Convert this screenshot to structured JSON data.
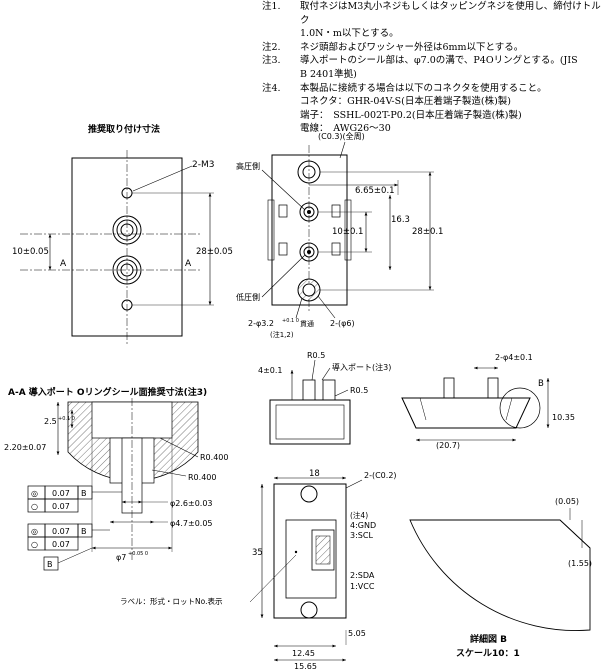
{
  "notes": [
    {
      "tag": "注1.",
      "text": "取付ネジはM3丸小ネジもしくはタッピングネジを使用し、締付けトルク"
    },
    {
      "tag": "",
      "text": "1.0N・m以下とする。"
    },
    {
      "tag": "注2.",
      "text": "ネジ頭部およびワッシャー外径は6mm以下とする。"
    },
    {
      "tag": "注3.",
      "text": "導入ポートのシール部は、φ7.0の溝で、P4Oリングとする。(JIS"
    },
    {
      "tag": "",
      "text": "B 2401準拠)"
    },
    {
      "tag": "注4.",
      "text": "本製品に接続する場合は以下のコネクタを使用すること。"
    },
    {
      "tag": "",
      "text": "コネクタ：GHR-04V-S(日本圧着端子製造(株)製)"
    },
    {
      "tag": "",
      "text": "端子：　SSHL-002T-P0.2(日本圧着端子製造(株)製)"
    },
    {
      "tag": "",
      "text": "電線：　AWG26～30"
    }
  ],
  "mount": {
    "title": "推奨取り付け寸法",
    "hole_label": "2-M3",
    "dim_left": "10±0.05",
    "dim_right": "28±0.05",
    "section_a": "A"
  },
  "top_view": {
    "chamfer": "(C0.3)(全周)",
    "high_pressure": "高圧側",
    "low_pressure": "低圧側",
    "d_665": "6.65±0.1",
    "d_163": "16.3",
    "d_10": "10±0.1",
    "d_28": "28±0.1",
    "hole_spec": "2-φ3.2",
    "hole_tol": "+0.1 0",
    "through": "貫通",
    "note12": "(注1,2)",
    "port_dia": "2-(φ6)"
  },
  "section": {
    "title": "A-A 導入ポート Oリングシール面推奨寸法(注3)",
    "d25": "2.5",
    "d25_tol": "+0.1 0",
    "d220": "2.20±0.07",
    "r0400a": "R0.400",
    "r0400b": "R0.400",
    "tol_rows": [
      {
        "sym": "◎",
        "val": "0.07",
        "ref": "B"
      },
      {
        "sym": "○",
        "val": "0.07",
        "ref": ""
      },
      {
        "sym": "◎",
        "val": "0.07",
        "ref": "B"
      },
      {
        "sym": "○",
        "val": "0.07",
        "ref": ""
      }
    ],
    "phi26": "φ2.6±0.03",
    "phi47": "φ4.7±0.05",
    "phi7": "φ7",
    "phi7_tol": "+0.05 0",
    "datum": "B"
  },
  "side_view": {
    "r05a": "R0.5",
    "port_note": "導入ポート(注3)",
    "r05b": "R0.5",
    "d4": "4±0.1"
  },
  "right_view": {
    "d_2phi4": "2-φ4±0.1",
    "detail_ref": "B",
    "d1035": "10.35",
    "d207": "(20.7)"
  },
  "bottom_view": {
    "d18": "18",
    "chamfer": "2-(C0.2)",
    "note4": "(注4)",
    "pin4": "4:GND",
    "pin3": "3:SCL",
    "pin2": "2:SDA",
    "pin1": "1:VCC",
    "d35": "35",
    "label_note": "ラベル：形式・ロットNo.表示",
    "d505": "5.05",
    "d1245": "12.45",
    "d1565": "15.65"
  },
  "detail": {
    "d005": "(0.05)",
    "d155": "(1.55)",
    "title": "詳細図 B",
    "scale": "スケール10：1"
  }
}
